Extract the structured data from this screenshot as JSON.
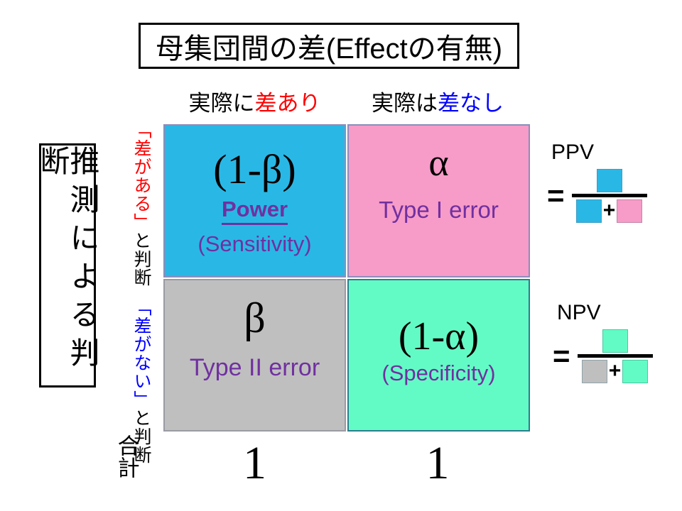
{
  "title": {
    "text": "母集団間の差(Effectの有無)"
  },
  "colors": {
    "cyan": "#29b8e6",
    "pink": "#f79bc8",
    "gray": "#bfbfbf",
    "green": "#63fbc5",
    "purple": "#7030a0",
    "red": "#ff0000",
    "blue": "#0000ff"
  },
  "col_headers": [
    {
      "prefix": "実際に",
      "highlight": "差あり"
    },
    {
      "prefix": "実際は",
      "highlight": "差なし"
    }
  ],
  "row_axis_label": "推測による判断",
  "row_labels": [
    {
      "quoted": "「差がある」",
      "suffix": "と判断"
    },
    {
      "quoted": "「差がない」",
      "suffix": "と判断"
    }
  ],
  "matrix": {
    "cells": [
      {
        "symbol": "(1-β)",
        "label": "Power",
        "sublabel": "(Sensitivity)"
      },
      {
        "symbol": "α",
        "label": "Type I error"
      },
      {
        "symbol": "β",
        "label": "Type II error"
      },
      {
        "symbol": "(1-α)",
        "sublabel": "(Specificity)"
      }
    ]
  },
  "formulas": [
    {
      "name": "PPV",
      "equals": "=",
      "plus": "+"
    },
    {
      "name": "NPV",
      "equals": "=",
      "plus": "+"
    }
  ],
  "totals": {
    "label": "合計",
    "values": [
      "1",
      "1"
    ]
  }
}
